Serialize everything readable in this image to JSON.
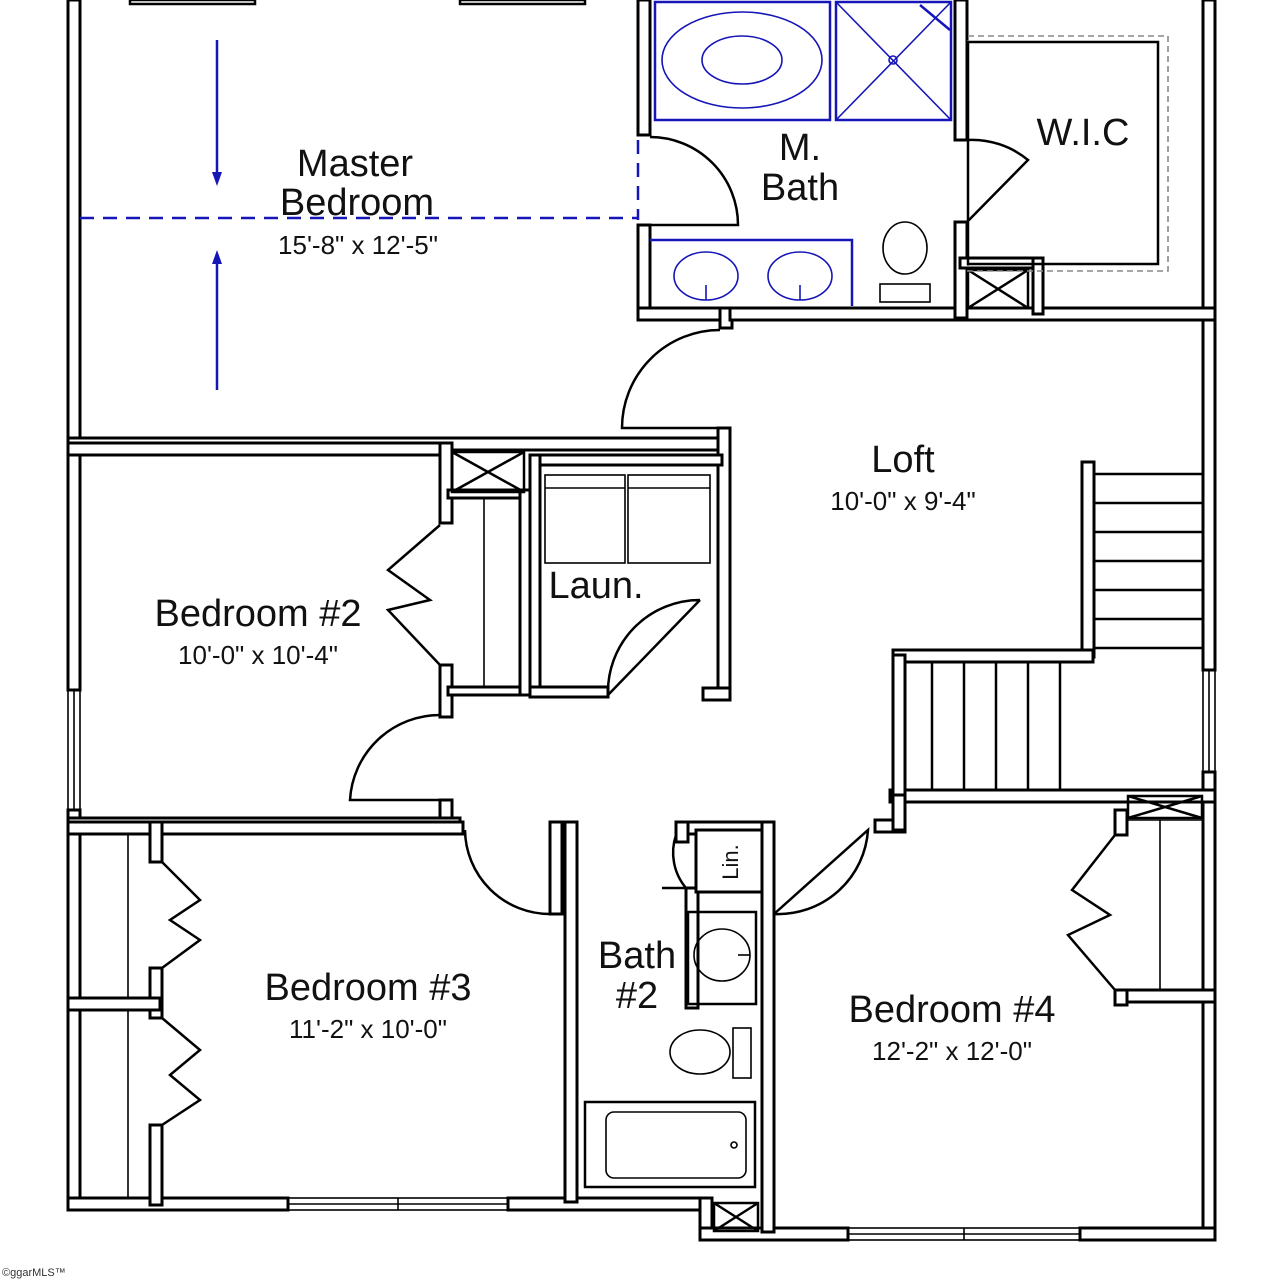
{
  "rooms": {
    "master_bedroom": {
      "name_line1": "Master",
      "name_line2": "Bedroom",
      "dims": "15'-8\" x 12'-5\""
    },
    "master_bath": {
      "name_line1": "M.",
      "name_line2": "Bath"
    },
    "wic": {
      "name": "W.I.C"
    },
    "loft": {
      "name": "Loft",
      "dims": "10'-0\" x 9'-4\""
    },
    "bedroom2": {
      "name": "Bedroom #2",
      "dims": "10'-0\" x 10'-4\""
    },
    "laundry": {
      "name": "Laun."
    },
    "linen": {
      "name": "Lin."
    },
    "bath2": {
      "name_line1": "Bath",
      "name_line2": "#2"
    },
    "bedroom3": {
      "name": "Bedroom #3",
      "dims": "11'-2\" x 10'-0\""
    },
    "bedroom4": {
      "name": "Bedroom #4",
      "dims": "12'-2\" x 12'-0\""
    }
  },
  "watermark": "©ggarMLS™",
  "colors": {
    "wall": "#000000",
    "fixture_blue": "#1515b8",
    "background": "#ffffff"
  }
}
